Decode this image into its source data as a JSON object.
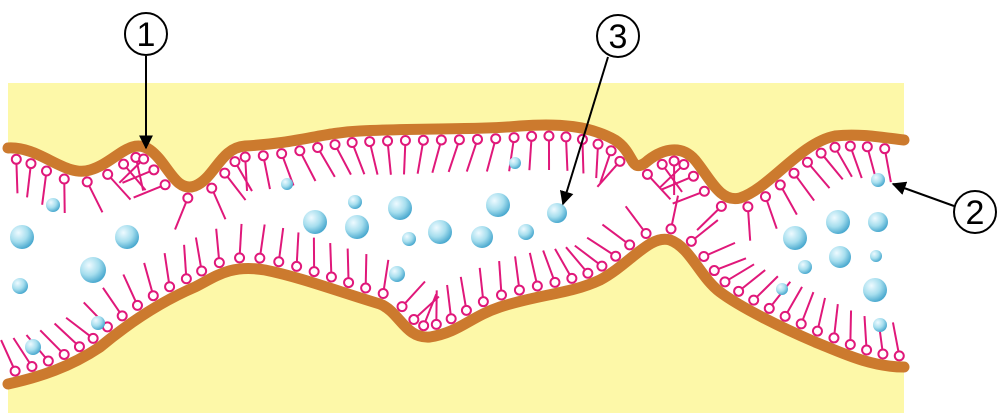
{
  "colors": {
    "background": "#ffffff",
    "fill_fluid": "#fdf8a8",
    "interior": "#ffffff",
    "membrane": "#cc7a2e",
    "lipid": "#e0187a",
    "droplet_light": "#eefaff",
    "droplet_mid": "#a6deee",
    "droplet_dark": "#4aa9cf",
    "callout": "#000000"
  },
  "callouts": [
    {
      "id": "1",
      "label": "①"
    },
    {
      "id": "2",
      "label": "②"
    },
    {
      "id": "3",
      "label": "③"
    }
  ]
}
